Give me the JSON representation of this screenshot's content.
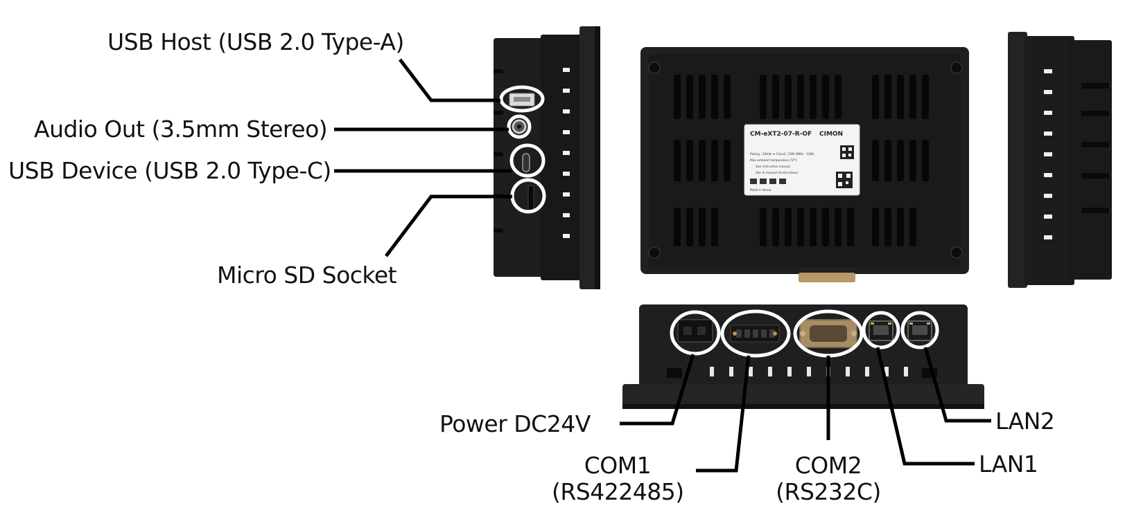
{
  "labels": {
    "usb_host": "USB Host  (USB 2.0 Type-A)",
    "audio_out": "Audio Out (3.5mm Stereo)",
    "usb_device": "USB Device (USB 2.0 Type-C)",
    "micro_sd": "Micro SD Socket",
    "power": "Power DC24V",
    "com1_line1": "COM1",
    "com1_line2": "(RS422485)",
    "com2_line1": "COM2",
    "com2_line2": "(RS232C)",
    "lan1": "LAN1",
    "lan2": "LAN2"
  },
  "product_label": {
    "model": "CM-eXT2-07-R-OF",
    "brand": "CIMON",
    "rating": "Rating : 24Vdc ⎓ Class2, 15W (MAX : 14W)",
    "ambient": "Max ambient temperature 70°C",
    "warn1": "See instruction manual",
    "warn2": "Voir le manuel d'instructions",
    "made_in": "Made in Korea"
  },
  "colors": {
    "device": "#1c1c1c",
    "device_edge": "#0c0c0c",
    "highlight": "#ffffff",
    "leader": "#000000"
  }
}
